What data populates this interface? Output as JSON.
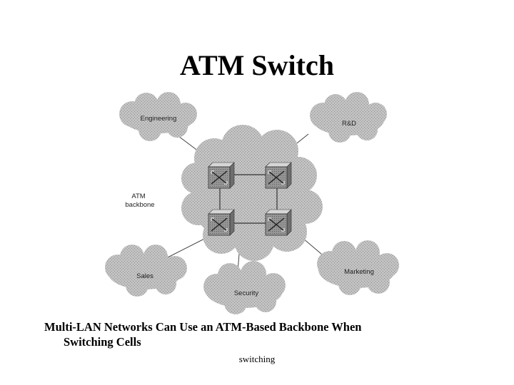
{
  "slide": {
    "title": "ATM Switch",
    "caption_line1": "Multi-LAN Networks Can Use an ATM-Based Backbone When",
    "caption_line2": "Switching Cells",
    "footer_label": "switching"
  },
  "diagram": {
    "backbone_label_line1": "ATM",
    "backbone_label_line2": "backbone",
    "lans": {
      "engineering": "Engineering",
      "rnd": "R&D",
      "sales": "Sales",
      "security": "Security",
      "marketing": "Marketing"
    },
    "switch_icon": "atm-switch-icon",
    "colors": {
      "cloud": "#b8b8b8",
      "switch": "#8c8c8c",
      "line": "#444444"
    }
  }
}
